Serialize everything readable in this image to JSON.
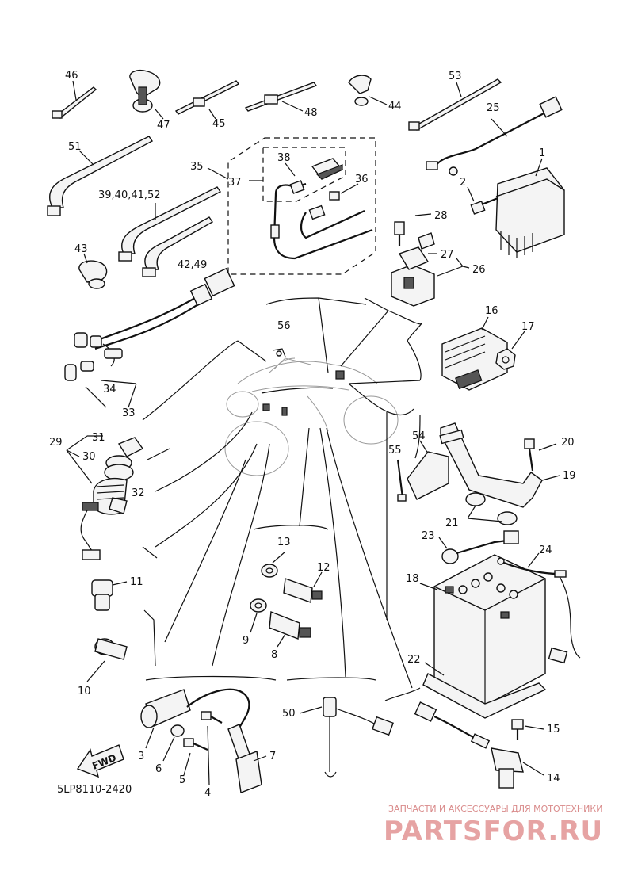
{
  "diagram_code": "5LP8110-2420",
  "fwd_label": "FWD",
  "watermark": {
    "top_text": "ЗАПЧАСТИ И АКСЕССУАРЫ ДЛЯ МОТОТЕХНИКИ",
    "brand_text": "PARTSFOR.RU"
  },
  "labels": {
    "p1": "1",
    "p2": "2",
    "p3": "3",
    "p4": "4",
    "p5": "5",
    "p6": "6",
    "p7": "7",
    "p8": "8",
    "p9": "9",
    "p10": "10",
    "p11": "11",
    "p12": "12",
    "p13": "13",
    "p14": "14",
    "p15": "15",
    "p16": "16",
    "p17": "17",
    "p18": "18",
    "p19": "19",
    "p20": "20",
    "p21": "21",
    "p22": "22",
    "p23": "23",
    "p24": "24",
    "p25": "25",
    "p26": "26",
    "p27": "27",
    "p28": "28",
    "p29": "29",
    "p30": "30",
    "p31": "31",
    "p32": "32",
    "p33": "33",
    "p34": "34",
    "p35": "35",
    "p36": "36",
    "p37": "37",
    "p38": "38",
    "p39_52": "39,40,41,52",
    "p42_49": "42,49",
    "p43": "43",
    "p44": "44",
    "p45": "45",
    "p46": "46",
    "p47": "47",
    "p48": "48",
    "p50": "50",
    "p51": "51",
    "p53": "53",
    "p54": "54",
    "p55": "55",
    "p56": "56"
  }
}
